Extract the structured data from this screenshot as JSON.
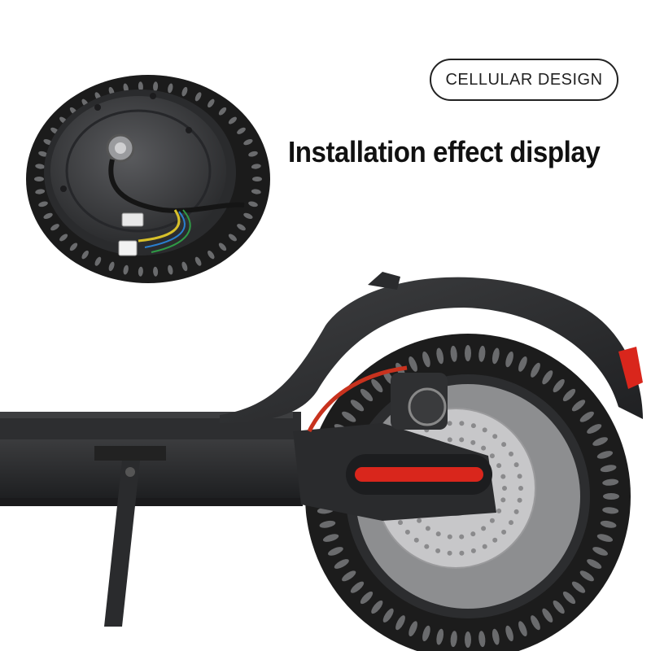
{
  "badge": {
    "text": "CELLULAR DESIGN"
  },
  "headline": {
    "text": "Installation effect display"
  },
  "colors": {
    "tire": "#1c1c1c",
    "hub": "#3a3b3d",
    "deck": "#2e2f31",
    "reflector": "#d9261c",
    "cable_red": "#c8321e",
    "disc": "#c9c9c9"
  },
  "icons": {
    "motor_wheel": "hub-motor-wheel-illustration",
    "scooter_rear": "scooter-rear-wheel-illustration"
  }
}
